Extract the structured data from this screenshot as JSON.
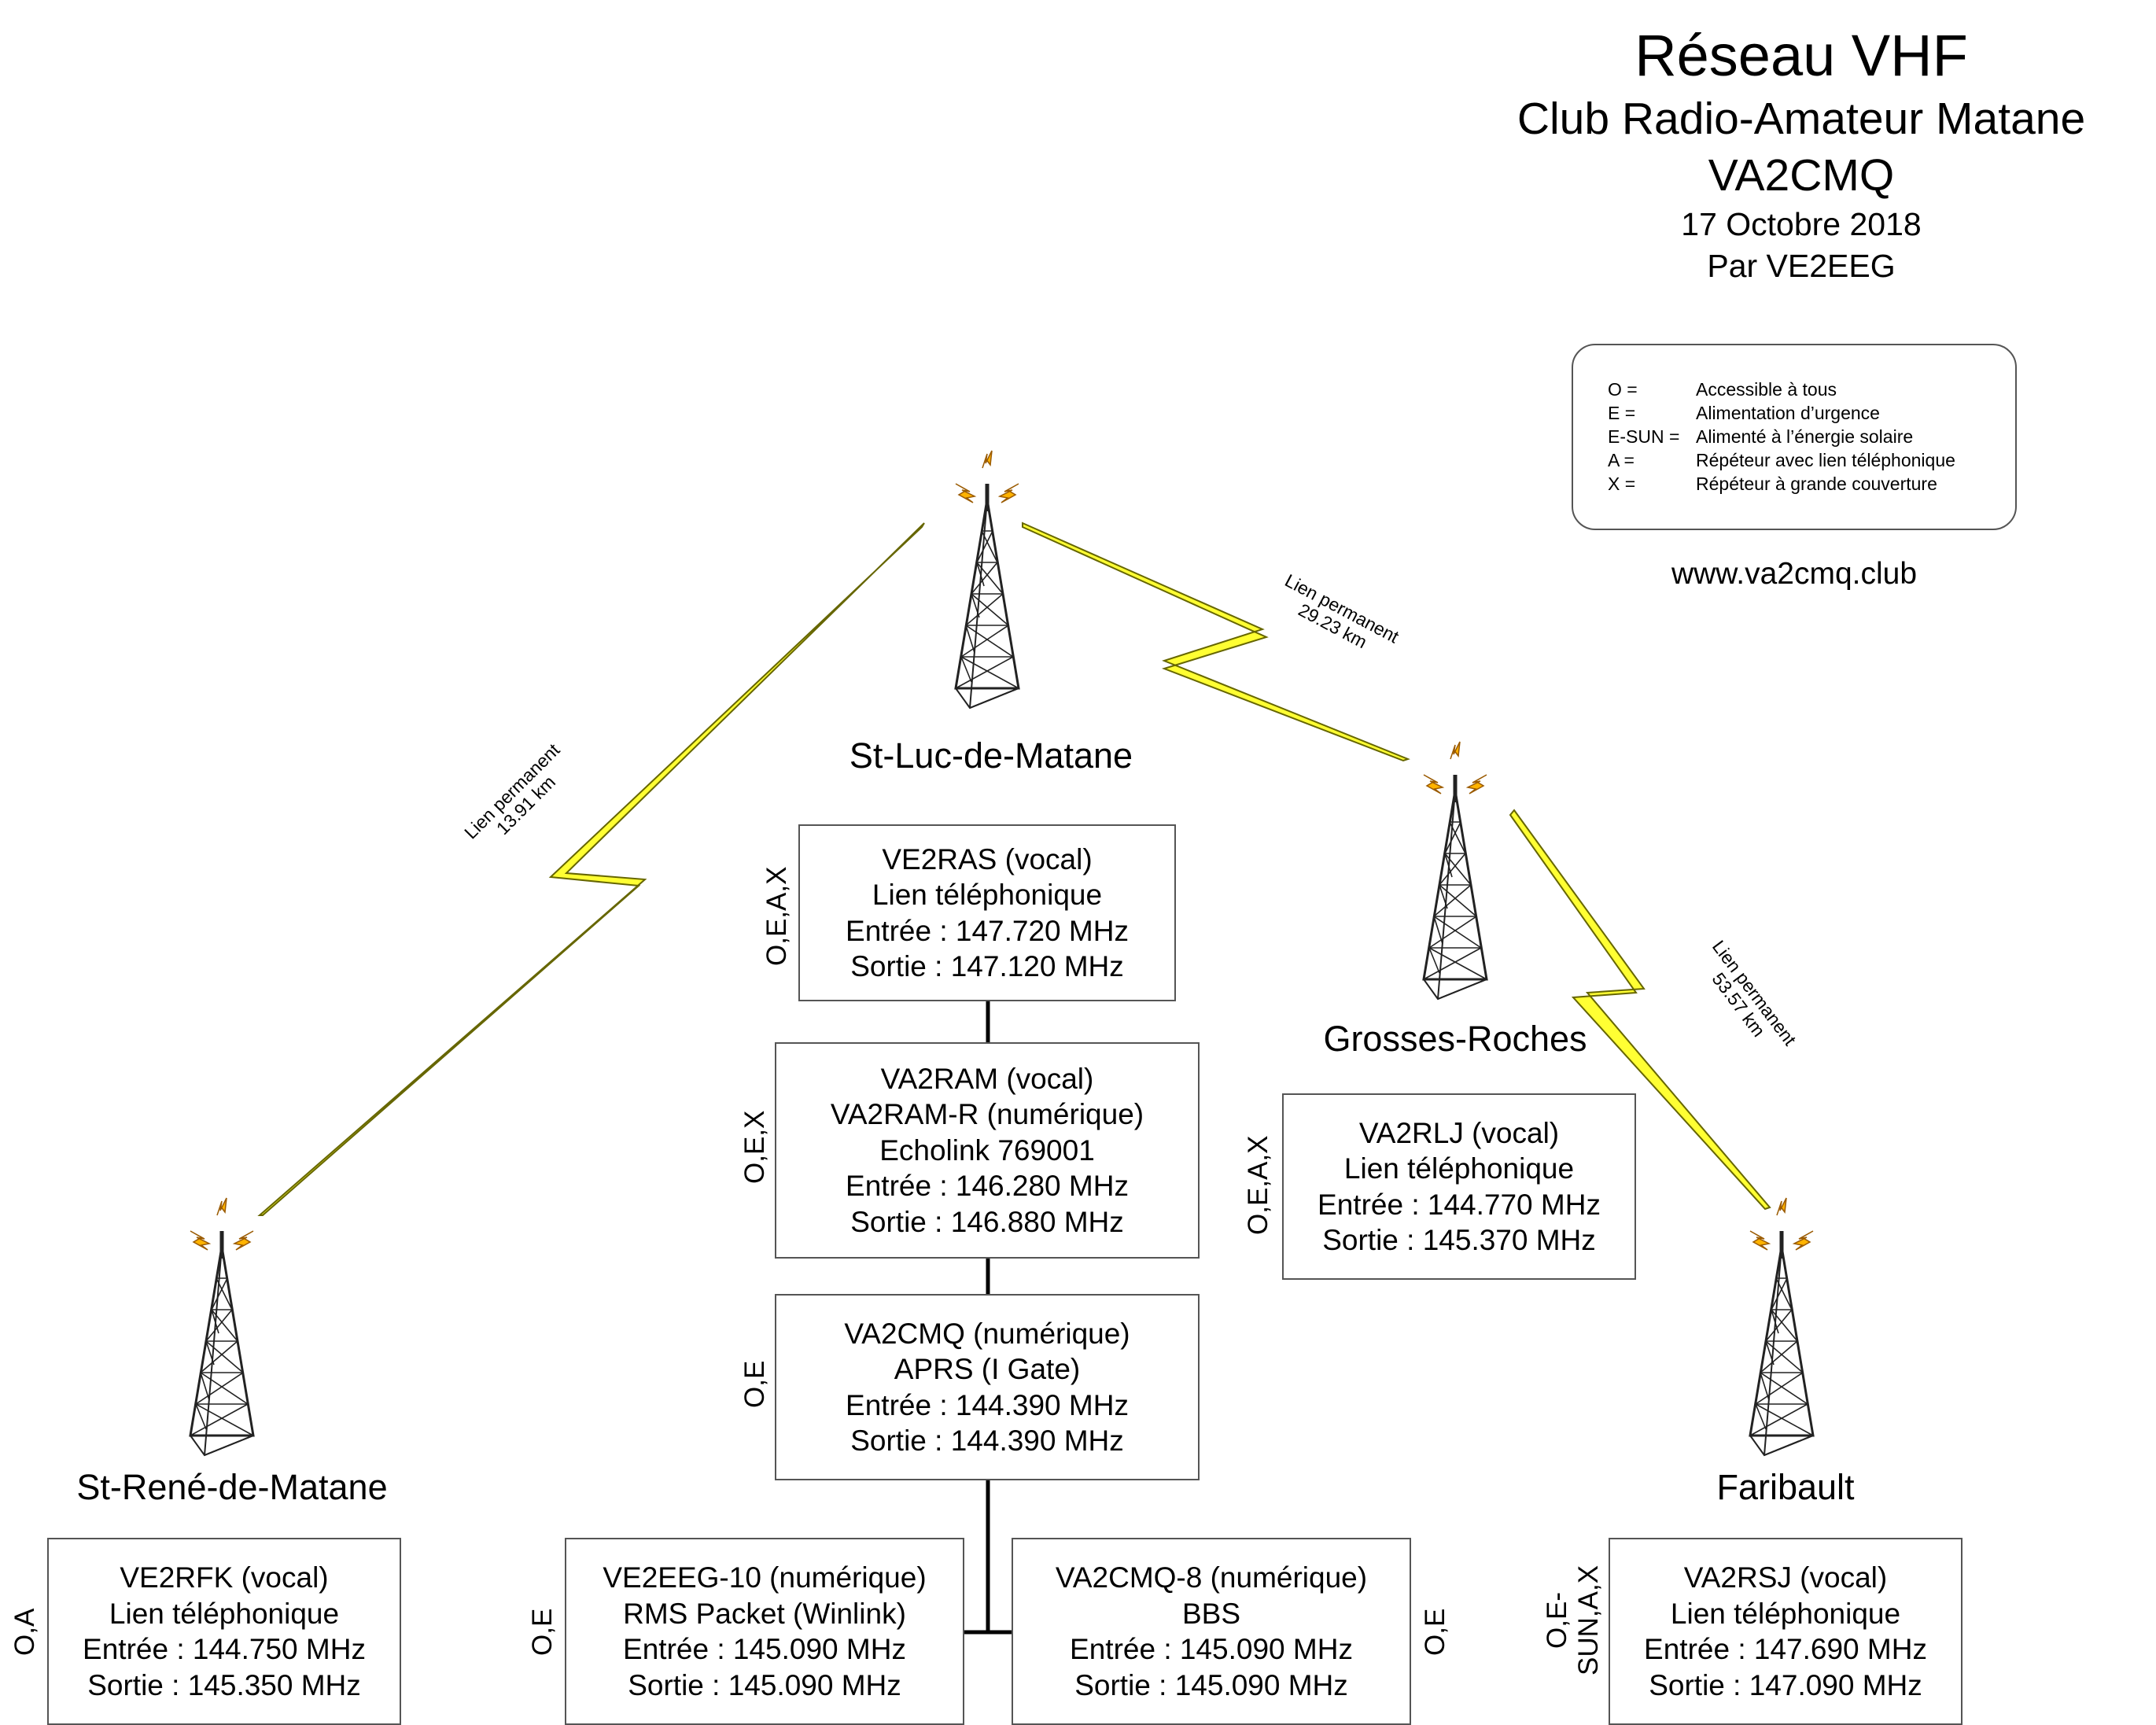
{
  "header": {
    "title": "Réseau VHF",
    "subtitle": "Club Radio-Amateur Matane",
    "callsign": "VA2CMQ",
    "date": "17 Octobre 2018",
    "author": "Par VE2EEG"
  },
  "legend": [
    {
      "key": "O =",
      "desc": "Accessible à tous"
    },
    {
      "key": "E  =",
      "desc": "Alimentation d’urgence"
    },
    {
      "key": "E-SUN =",
      "desc": "Alimenté à l’énergie solaire"
    },
    {
      "key": "A =",
      "desc": "Répéteur avec lien téléphonique"
    },
    {
      "key": "X =",
      "desc": "Répéteur à grande couverture"
    }
  ],
  "website": "www.va2cmq.club",
  "sites": {
    "st_luc": "St-Luc-de-Matane",
    "grosses_roches": "Grosses-Roches",
    "st_rene": "St-René-de-Matane",
    "faribault": "Faribault"
  },
  "links": {
    "st_rene": {
      "line1": "Lien permanent",
      "line2": "13.91 km"
    },
    "grosses_roches": {
      "line1": "Lien permanent",
      "line2": "29.23 km"
    },
    "faribault": {
      "line1": "Lien permanent",
      "line2": "53.57 km"
    }
  },
  "repeaters": {
    "ve2ras": {
      "flags": "O,E,A,X",
      "lines": [
        "VE2RAS (vocal)",
        "Lien téléphonique",
        "Entrée : 147.720 MHz",
        "Sortie : 147.120 MHz"
      ]
    },
    "va2ram": {
      "flags": "O,E,X",
      "lines": [
        "VA2RAM (vocal)",
        "VA2RAM-R (numérique)",
        "Echolink 769001",
        "Entrée : 146.280 MHz",
        "Sortie : 146.880 MHz"
      ]
    },
    "va2cmq": {
      "flags": "O,E",
      "lines": [
        "VA2CMQ (numérique)",
        "APRS (I Gate)",
        "Entrée : 144.390 MHz",
        "Sortie : 144.390 MHz"
      ]
    },
    "ve2eeg10": {
      "flags": "O,E",
      "lines": [
        "VE2EEG-10 (numérique)",
        "RMS Packet (Winlink)",
        "Entrée : 145.090 MHz",
        "Sortie : 145.090 MHz"
      ]
    },
    "va2cmq8": {
      "flags": "O,E",
      "lines": [
        "VA2CMQ-8 (numérique)",
        "BBS",
        "Entrée : 145.090 MHz",
        "Sortie : 145.090 MHz"
      ]
    },
    "va2rlj": {
      "flags": "O,E,A,X",
      "lines": [
        "VA2RLJ (vocal)",
        "Lien téléphonique",
        "Entrée : 144.770 MHz",
        "Sortie : 145.370 MHz"
      ]
    },
    "ve2rfk": {
      "flags": "O,A",
      "lines": [
        "VE2RFK (vocal)",
        "Lien téléphonique",
        "Entrée : 144.750 MHz",
        "Sortie : 145.350 MHz"
      ]
    },
    "va2rsj": {
      "flags": "O,E-SUN,A,X",
      "flags_lines": [
        "O,E-",
        "SUN,A,X"
      ],
      "lines": [
        "VA2RSJ (vocal)",
        "Lien téléphonique",
        "Entrée : 147.690 MHz",
        "Sortie : 147.090 MHz"
      ]
    }
  },
  "colors": {
    "link": "#FFFF33",
    "link_edge": "#666600",
    "signal": "#FF9900",
    "tower": "#222222",
    "border": "#555555"
  }
}
